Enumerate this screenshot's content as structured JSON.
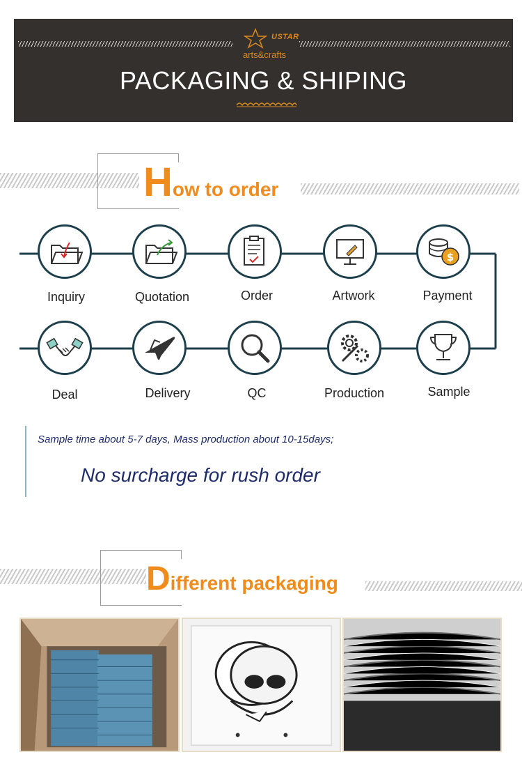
{
  "banner": {
    "brand_tagline": "arts&crafts",
    "brand_name": "USTAR",
    "title": "PACKAGING & SHIPING"
  },
  "how_to_order": {
    "title_initial": "H",
    "title_rest": "ow to order",
    "steps_top": [
      "Inquiry",
      "Quotation",
      "Order",
      "Artwork",
      "Payment"
    ],
    "steps_bottom": [
      "Deal",
      "Delivery",
      "QC",
      "Production",
      "Sample"
    ],
    "note_small": "Sample time about 5-7 days, Mass production about 10-15days;",
    "note_big": "No surcharge for rush order"
  },
  "packaging": {
    "title_initial": "D",
    "title_rest": "ifferent packaging"
  },
  "colors": {
    "accent": "#f08c1e",
    "banner_bg": "#34302d",
    "flow_line": "#1d3f4c",
    "note_text": "#1e2c6a"
  }
}
